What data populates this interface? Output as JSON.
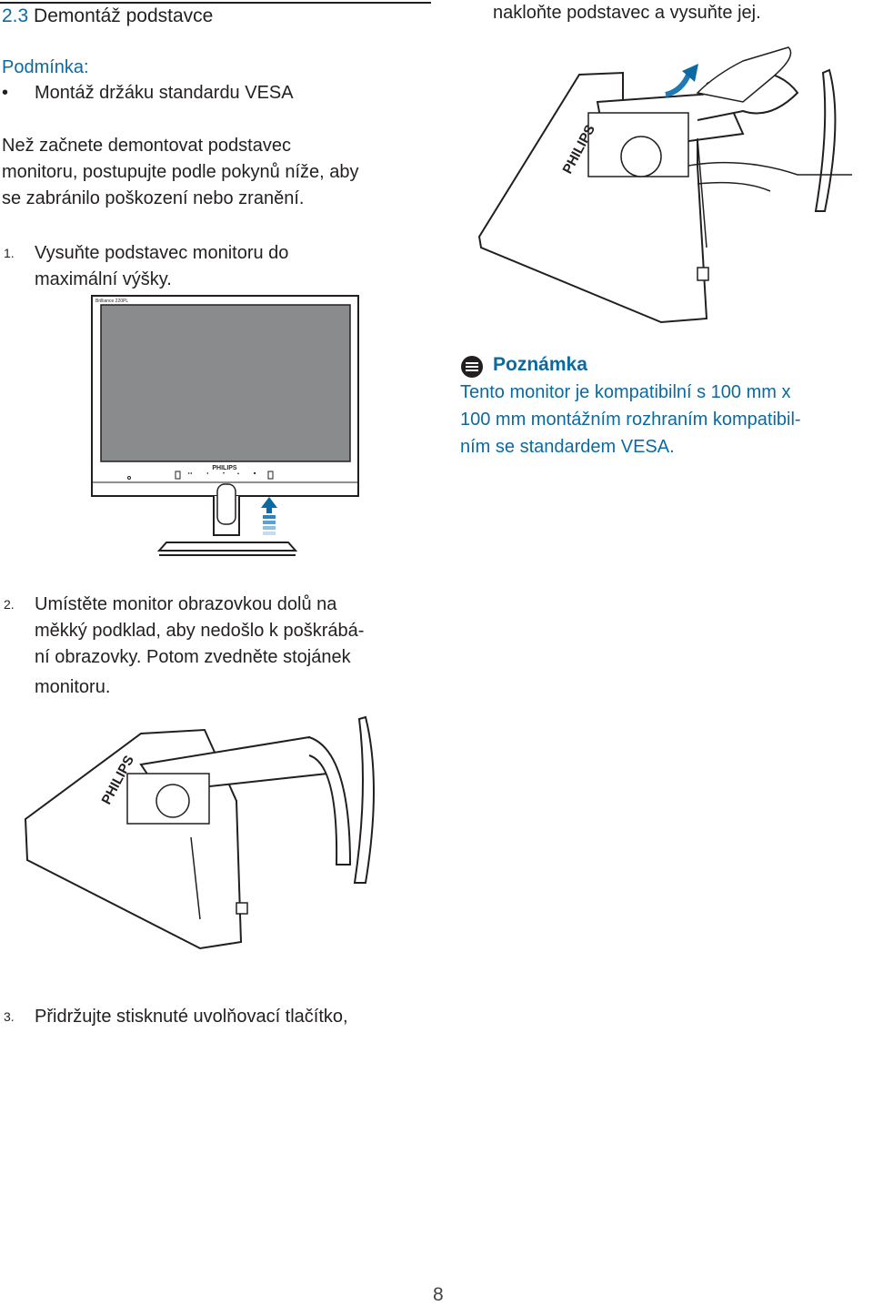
{
  "section": {
    "number": "2.3",
    "title": "Demontáž podstavce"
  },
  "condition": {
    "label": "Podmínka:",
    "bullet": "Montáž držáku standardu VESA"
  },
  "intro": {
    "line1": "Než začnete demontovat podstavec",
    "line2": "monitoru, postupujte podle pokynů níže, aby",
    "line3": "se zabránilo poškození nebo zranění."
  },
  "steps": [
    {
      "number": "1.",
      "line1": "Vysuňte podstavec monitoru do",
      "line2": "maximální výšky."
    },
    {
      "number": "2.",
      "line1": "Umístěte monitor obrazovkou dolů na",
      "line2": "měkký podklad, aby nedošlo k poškrábá-",
      "line3": "ní obrazovky. Potom zvedněte stojánek",
      "line4": "monitoru."
    },
    {
      "number": "3.",
      "line1": "Přidržujte stisknuté uvolňovací tlačítko,"
    }
  ],
  "right_column": {
    "continuation": "nakloňte podstavec a vysuňte jej."
  },
  "note": {
    "heading": "Poznámka",
    "line1": "Tento monitor je kompatibilní s 100 mm x",
    "line2": "100 mm montážním rozhraním kompatibil-",
    "line3": "ním se standardem VESA."
  },
  "illustrations": {
    "monitor_front_brand": "PHILIPS",
    "monitor_model_label": "Brilliance 220PL",
    "monitor_back_brand": "PHILIPS",
    "laid_monitor_brand": "PHILIPS"
  },
  "colors": {
    "accent": "#0a6aa1",
    "text": "#231f20"
  },
  "icons": {
    "note": "note-icon",
    "arrow_up": "arrow-up-icon",
    "arrow_curved": "curved-arrow-icon"
  },
  "page": {
    "number": "8"
  }
}
